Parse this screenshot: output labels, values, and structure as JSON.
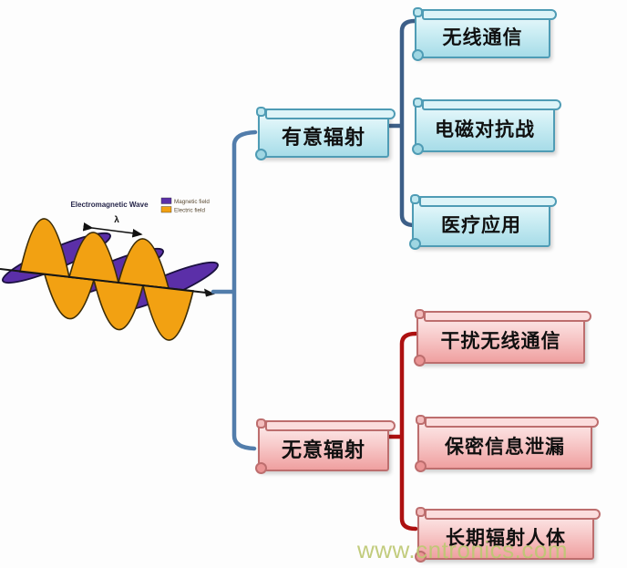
{
  "wave": {
    "title": "Electromagnetic Wave",
    "wavelength_symbol": "λ",
    "legend": [
      {
        "label": "Magnetic field",
        "color": "#5b2fa8"
      },
      {
        "label": "Electric field",
        "color": "#f2a112"
      }
    ]
  },
  "tree": {
    "root_connector_color": "#527dab",
    "branches": [
      {
        "label": "有意辐射",
        "box_fill": "#cdeef4",
        "box_border": "#4f9cb5",
        "connector_color": "#3d5f88",
        "children": [
          {
            "label": "无线通信"
          },
          {
            "label": "电磁对抗战"
          },
          {
            "label": "医疗应用"
          }
        ]
      },
      {
        "label": "无意辐射",
        "box_fill": "#f8cdcd",
        "box_border": "#bd6e6e",
        "connector_color": "#ad1111",
        "children": [
          {
            "label": "干扰无线通信"
          },
          {
            "label": "保密信息泄漏"
          },
          {
            "label": "长期辐射人体"
          }
        ]
      }
    ]
  },
  "watermark": {
    "text": "www.cntronics.com",
    "color": "#bdc873"
  }
}
